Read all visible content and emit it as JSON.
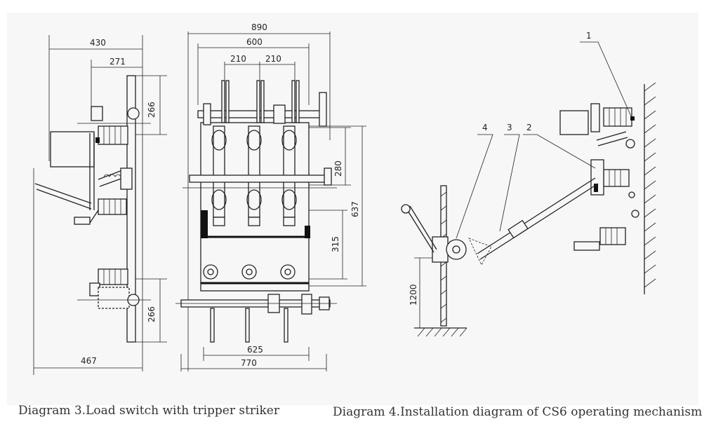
{
  "diagram3": {
    "caption": "Diagram 3.Load switch with tripper striker",
    "dims": {
      "d430": "430",
      "d271": "271",
      "d266_top": "266",
      "d266_bot": "266",
      "d467": "467",
      "d890": "890",
      "d600": "600",
      "d210a": "210",
      "d210b": "210",
      "d280": "280",
      "d637": "637",
      "d315": "315",
      "d625": "625",
      "d770": "770"
    }
  },
  "diagram4": {
    "caption": "Diagram 4.Installation diagram of CS6 operating mechanism",
    "dims": {
      "d1200": "1200"
    },
    "callouts": {
      "c1": "1",
      "c2": "2",
      "c3": "3",
      "c4": "4"
    }
  }
}
